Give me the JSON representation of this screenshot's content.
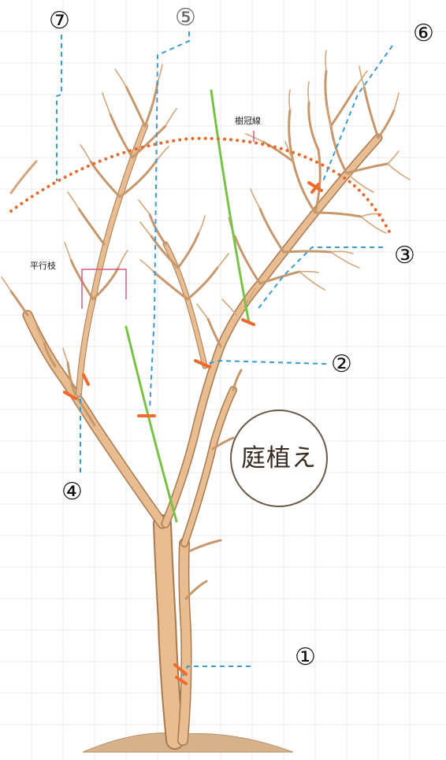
{
  "labels": {
    "n1": "①",
    "n2": "②",
    "n3": "③",
    "n4": "④",
    "n5": "⑤",
    "n6": "⑥",
    "n7": "⑦"
  },
  "annotations": {
    "crown_line": "樹冠線",
    "parallel_branches": "平行枝"
  },
  "badge": {
    "text": "庭植え"
  },
  "colors": {
    "branch": "#e7bd91",
    "branch_outline": "#a9794e",
    "crown_dotted": "#e56a2a",
    "blue_dashed": "#3a9ad1",
    "green_cut": "#78c246",
    "cut_mark": "#ef6a2b",
    "pink_bracket": "#d45a86",
    "grid": "#e7e7e7",
    "soil": "#cfa983"
  }
}
